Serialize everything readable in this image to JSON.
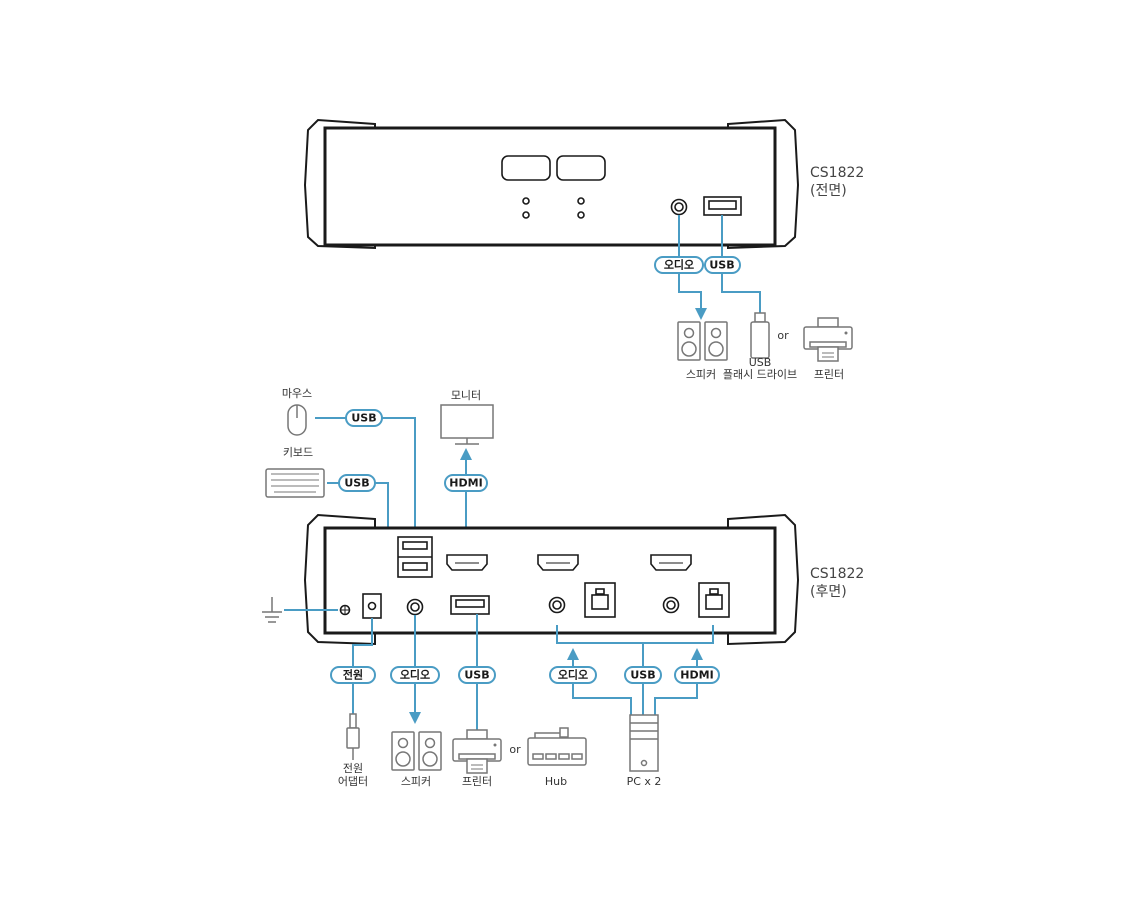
{
  "front": {
    "model": "CS1822",
    "view": "(전면)",
    "labels": {
      "audio": "오디오",
      "usb": "USB"
    },
    "devices": {
      "speaker": "스피커",
      "usb_line1": "USB",
      "usb_line2": "플래시 드라이브",
      "or": "or",
      "printer": "프린터"
    }
  },
  "rear": {
    "model": "CS1822",
    "view": "(후면)",
    "top": {
      "mouse": "마우스",
      "keyboard": "키보드",
      "monitor": "모니터",
      "usb_mouse": "USB",
      "usb_keyboard": "USB",
      "hdmi": "HDMI"
    },
    "labels": {
      "power": "전원",
      "audio": "오디오",
      "usb": "USB",
      "pc_audio": "오디오",
      "pc_usb": "USB",
      "pc_hdmi": "HDMI"
    },
    "devices": {
      "adapter_line1": "전원",
      "adapter_line2": "어댑터",
      "speaker": "스피커",
      "printer": "프린터",
      "or": "or",
      "hub": "Hub",
      "pc": "PC x 2"
    }
  },
  "colors": {
    "cable": "#4a9cc4",
    "device": "#1a1a1a",
    "peripheral": "#777777"
  }
}
